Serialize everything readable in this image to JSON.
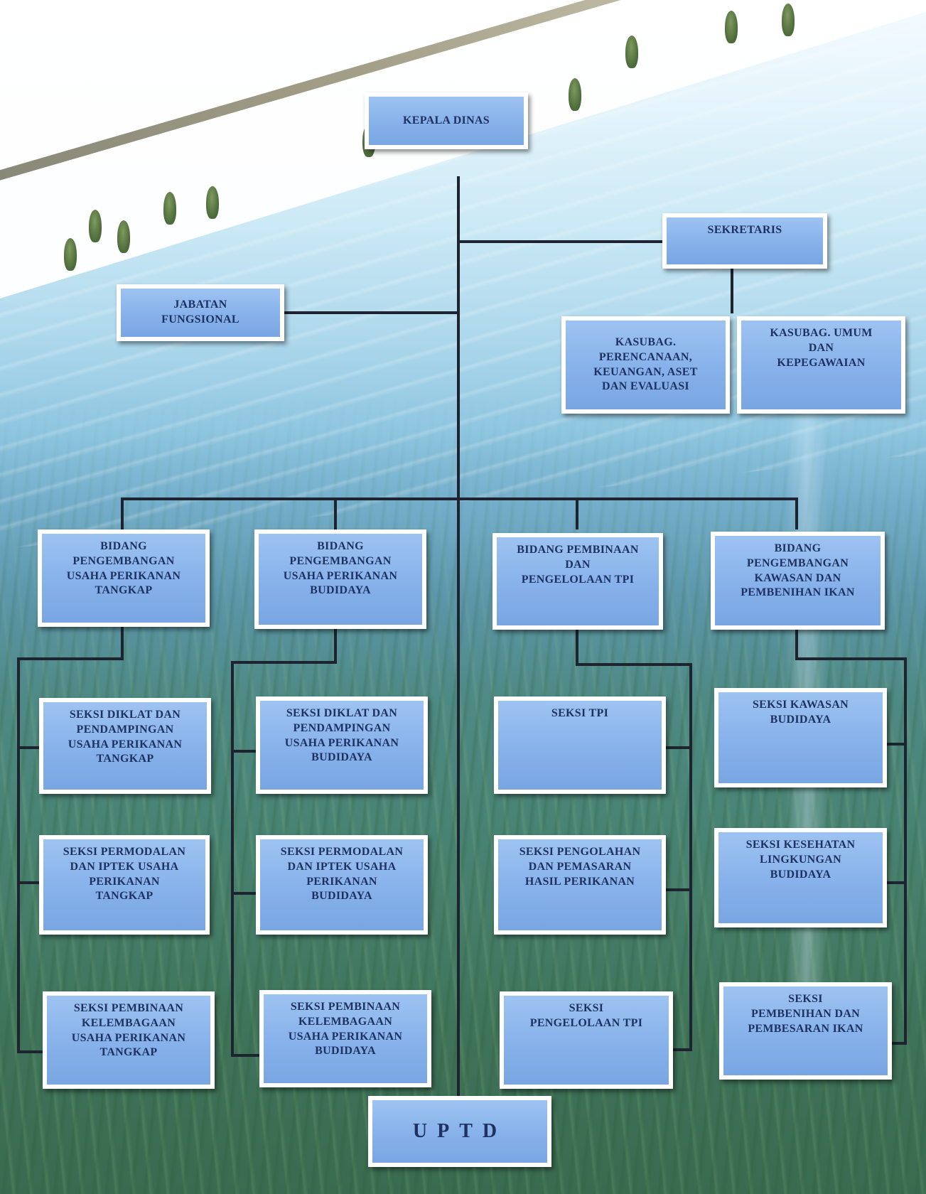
{
  "chart": {
    "kepala_dinas": "KEPALA DINAS",
    "sekretaris": "SEKRETARIS",
    "jabatan_fungsional": "JABATAN\nFUNGSIONAL",
    "kasubbag_perencanaan": "KASUBAG.\nPERENCANAAN,\nKEUANGAN, ASET\nDAN EVALUASI",
    "kasubbag_umum": "KASUBAG. UMUM\nDAN\nKEPEGAWAIAN",
    "bidang_tangkap": "BIDANG\nPENGEMBANGAN\nUSAHA PERIKANAN\nTANGKAP",
    "bidang_budidaya": "BIDANG\nPENGEMBANGAN\nUSAHA PERIKANAN\nBUDIDAYA",
    "bidang_tpi": "BIDANG PEMBINAAN\nDAN\nPENGELOLAAN TPI",
    "bidang_kawasan": "BIDANG\nPENGEMBANGAN\nKAWASAN DAN\nPEMBENIHAN IKAN",
    "seksi_tangkap_1": "SEKSI DIKLAT DAN\nPENDAMPINGAN\nUSAHA PERIKANAN\nTANGKAP",
    "seksi_tangkap_2": "SEKSI PERMODALAN\nDAN IPTEK USAHA\nPERIKANAN\nTANGKAP",
    "seksi_tangkap_3": "SEKSI PEMBINAAN\nKELEMBAGAAN\nUSAHA PERIKANAN\nTANGKAP",
    "seksi_budidaya_1": "SEKSI DIKLAT DAN\nPENDAMPINGAN\nUSAHA PERIKANAN\nBUDIDAYA",
    "seksi_budidaya_2": "SEKSI PERMODALAN\nDAN IPTEK USAHA\nPERIKANAN\nBUDIDAYA",
    "seksi_budidaya_3": "SEKSI PEMBINAAN\nKELEMBAGAAN\nUSAHA PERIKANAN\nBUDIDAYA",
    "seksi_tpi_1": "SEKSI TPI",
    "seksi_tpi_2": "SEKSI PENGOLAHAN\nDAN PEMASARAN\nHASIL PERIKANAN",
    "seksi_tpi_3": "SEKSI\nPENGELOLAAN TPI",
    "seksi_kawasan_1": "SEKSI KAWASAN\nBUDIDAYA",
    "seksi_kawasan_2": "SEKSI KESEHATAN\nLINGKUNGAN\nBUDIDAYA",
    "seksi_kawasan_3": "SEKSI\nPEMBENIHAN DAN\nPEMBESARAN IKAN",
    "uptd": "UPTD"
  },
  "colors": {
    "box_fill": "#86b1ea",
    "box_border": "#ffffff",
    "box_text": "#1e3160",
    "connector": "#1d2430"
  }
}
